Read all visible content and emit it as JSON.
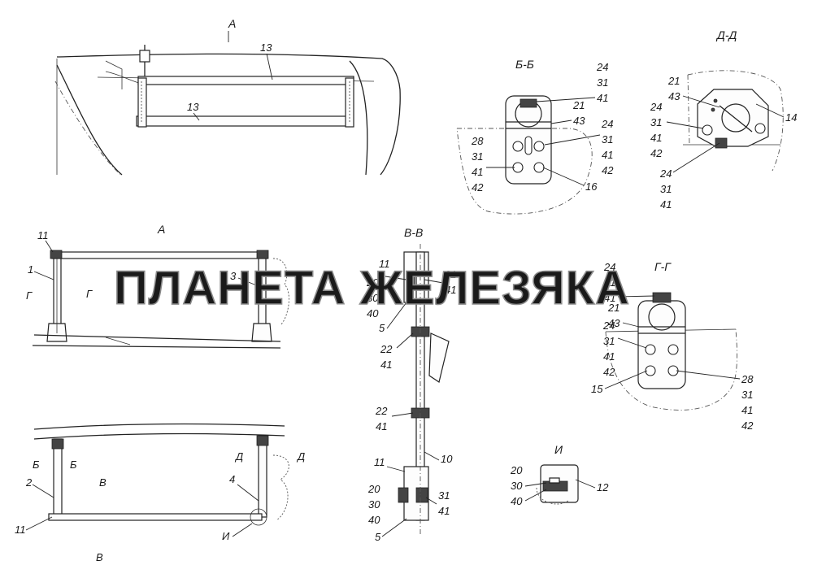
{
  "views": {
    "top": {
      "arrow_label": "А",
      "callouts": [
        "13",
        "13"
      ]
    },
    "bb": {
      "title": "Б-Б",
      "left_callouts": [
        "28",
        "31",
        "41",
        "42"
      ],
      "right_top_callouts": [
        "24",
        "31",
        "41"
      ],
      "right_mid_callouts": [
        "21",
        "43"
      ],
      "right_side_callouts": [
        "24",
        "31",
        "41",
        "42"
      ],
      "bottom_callout": "16"
    },
    "dd": {
      "title": "Д-Д",
      "left_top_callouts": [
        "21",
        "43"
      ],
      "left_mid_callouts": [
        "24",
        "31",
        "41",
        "42"
      ],
      "right_callout": "14",
      "bottom_callouts": [
        "24",
        "31",
        "41"
      ]
    },
    "a": {
      "title": "А",
      "callouts": [
        "11",
        "1",
        "3"
      ],
      "section_marks": [
        "Г",
        "Г"
      ]
    },
    "vv": {
      "title": "В-В",
      "callouts_top_left": [
        "11",
        "20",
        "30",
        "40",
        "5"
      ],
      "callouts_top_right": [
        "31",
        "41"
      ],
      "callouts_mid": [
        "22",
        "41",
        "22",
        "41"
      ],
      "callout_right": "10",
      "callouts_bottom_left": [
        "11",
        "20",
        "30",
        "40",
        "5"
      ],
      "callouts_bottom_right": [
        "31",
        "41"
      ]
    },
    "gg": {
      "title": "Г-Г",
      "top_callouts": [
        "24",
        "31",
        "41"
      ],
      "mid_callouts": [
        "21",
        "43"
      ],
      "left_callouts": [
        "24",
        "31",
        "41",
        "42"
      ],
      "bottom_callout": "15",
      "right_callouts": [
        "28",
        "31",
        "41",
        "42"
      ]
    },
    "i": {
      "title": "И",
      "left_callouts": [
        "20",
        "30",
        "40"
      ],
      "right_callout": "12"
    },
    "bottom": {
      "callouts": [
        "2",
        "11",
        "4"
      ],
      "detail_label": "И",
      "section_marks": [
        "Б",
        "Б",
        "Д",
        "Д",
        "В",
        "В"
      ]
    }
  },
  "watermark": "ПЛАНЕТА ЖЕЛЕЗЯКА"
}
